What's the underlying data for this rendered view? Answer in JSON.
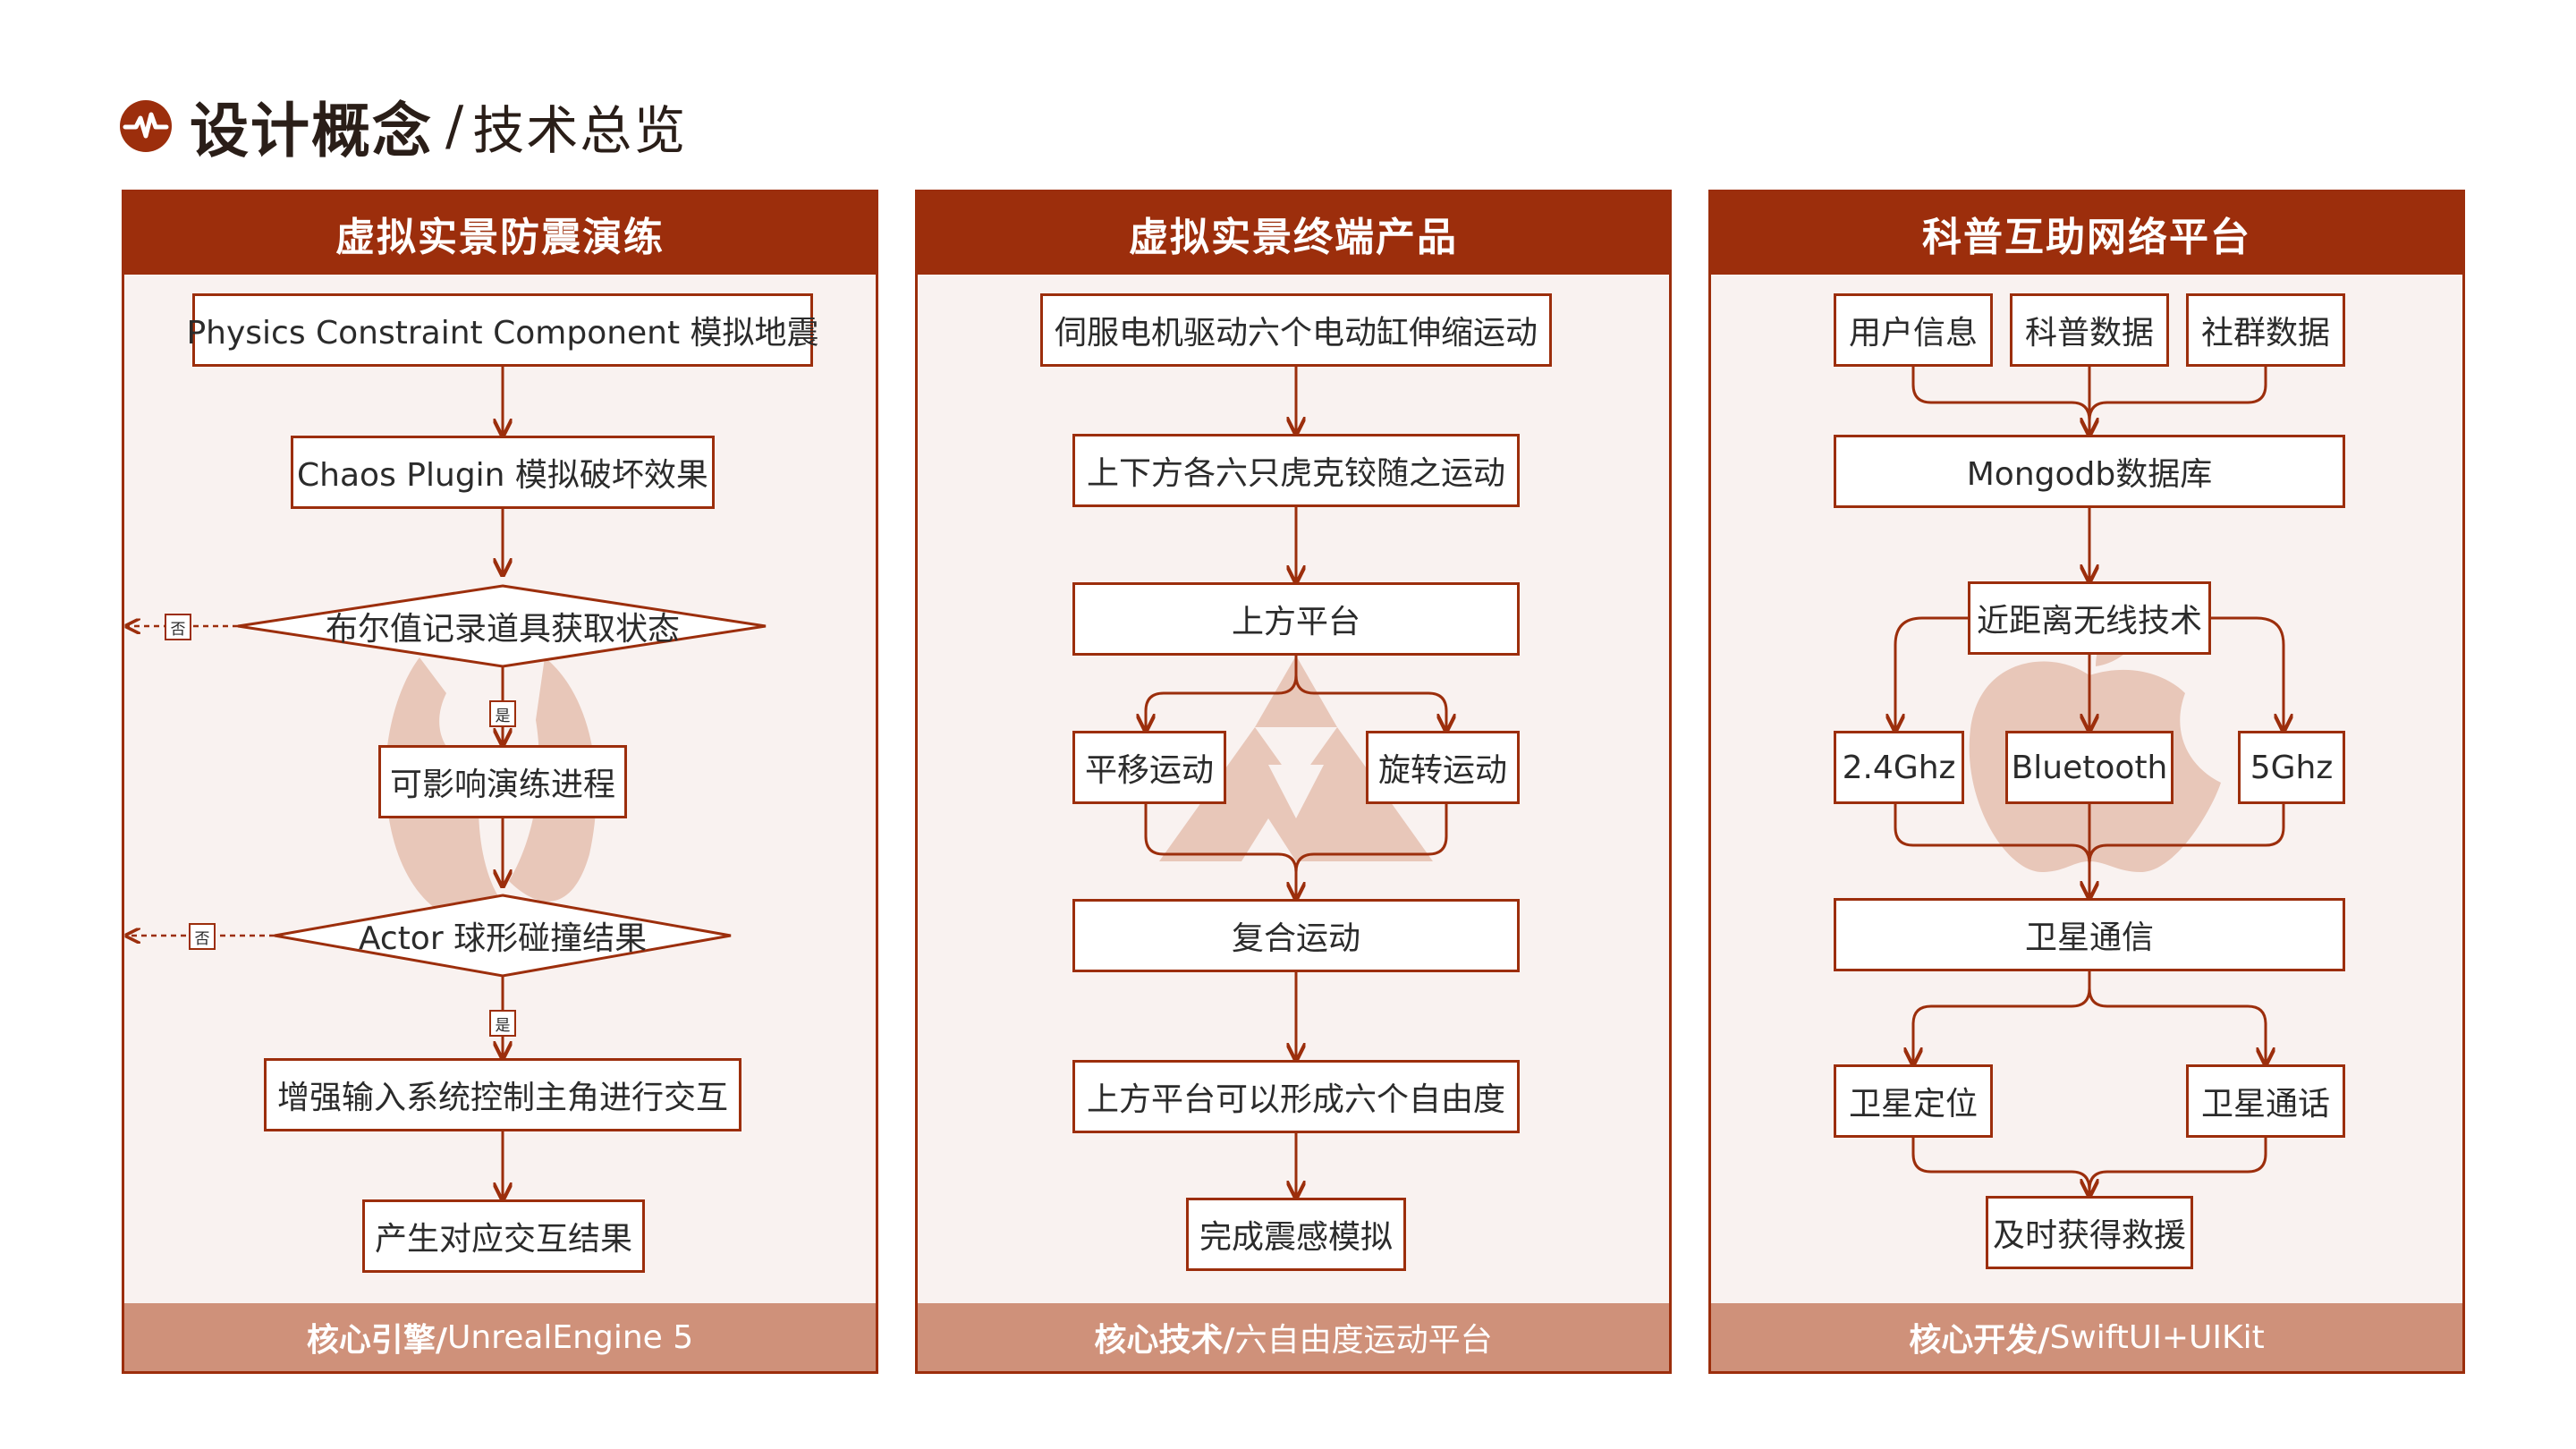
{
  "header": {
    "title_main": "设计概念",
    "separator": "/",
    "title_sub": "技术总览"
  },
  "colors": {
    "primary": "#9c2e0c",
    "footer": "#cf917a",
    "panel_bg": "#f9f2f0",
    "watermark": "#e8c7b9"
  },
  "panels": [
    {
      "title": "虚拟实景防震演练",
      "footer_bold": "核心引擎/",
      "footer_text": " UnrealEngine 5",
      "watermark_icon": "unreal-engine-icon",
      "nodes": {
        "n1": "Physics Constraint Component 模拟地震",
        "n2": "Chaos Plugin 模拟破坏效果",
        "d1": "布尔值记录道具获取状态",
        "n3": "可影响演练进程",
        "d2": "Actor 球形碰撞结果",
        "n4": "增强输入系统控制主角进行交互",
        "n5": "产生对应交互结果"
      },
      "labels": {
        "no": "否",
        "yes": "是"
      }
    },
    {
      "title": "虚拟实景终端产品",
      "footer_bold": "核心技术/",
      "footer_text": " 六自由度运动平台",
      "watermark_icon": "triforce-icon",
      "nodes": {
        "n1": "伺服电机驱动六个电动缸伸缩运动",
        "n2": "上下方各六只虎克铰随之运动",
        "n3": "上方平台",
        "n4a": "平移运动",
        "n4b": "旋转运动",
        "n5": "复合运动",
        "n6": "上方平台可以形成六个自由度",
        "n7": "完成震感模拟"
      }
    },
    {
      "title": "科普互助网络平台",
      "footer_bold": "核心开发/",
      "footer_text": " SwiftUI+UIKit",
      "watermark_icon": "apple-icon",
      "nodes": {
        "a": "用户信息",
        "b": "科普数据",
        "c": "社群数据",
        "db": "Mongodb数据库",
        "wl": "近距离无线技术",
        "w1": "2.4Ghz",
        "w2": "Bluetooth",
        "w3": "5Ghz",
        "sat": "卫星通信",
        "s1": "卫星定位",
        "s2": "卫星通话",
        "res": "及时获得救援"
      }
    }
  ]
}
